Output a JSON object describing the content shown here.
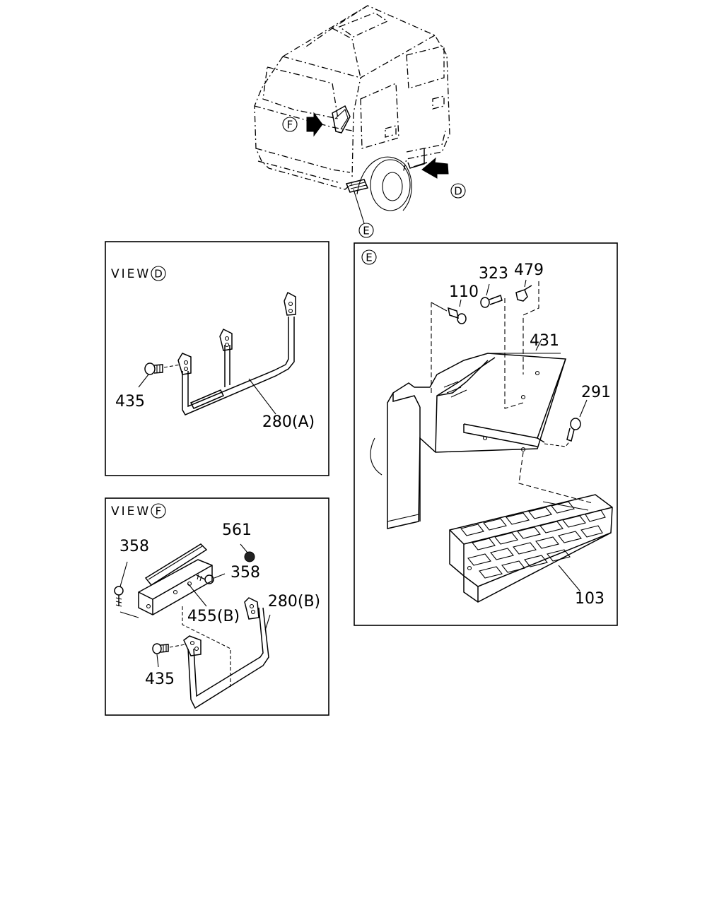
{
  "views": {
    "d_title": "VIEW",
    "d_mark": "D",
    "f_title": "VIEW",
    "f_mark": "F",
    "e_mark": "E"
  },
  "overview": {
    "callout_f": "F",
    "callout_d": "D",
    "callout_e": "E"
  },
  "parts": {
    "p435_d": "435",
    "p280a": "280(A)",
    "p358_left": "358",
    "p561": "561",
    "p358_right": "358",
    "p455b": "455(B)",
    "p280b": "280(B)",
    "p435_f": "435",
    "p110": "110",
    "p323": "323",
    "p479": "479",
    "p431": "431",
    "p291": "291",
    "p103": "103"
  }
}
